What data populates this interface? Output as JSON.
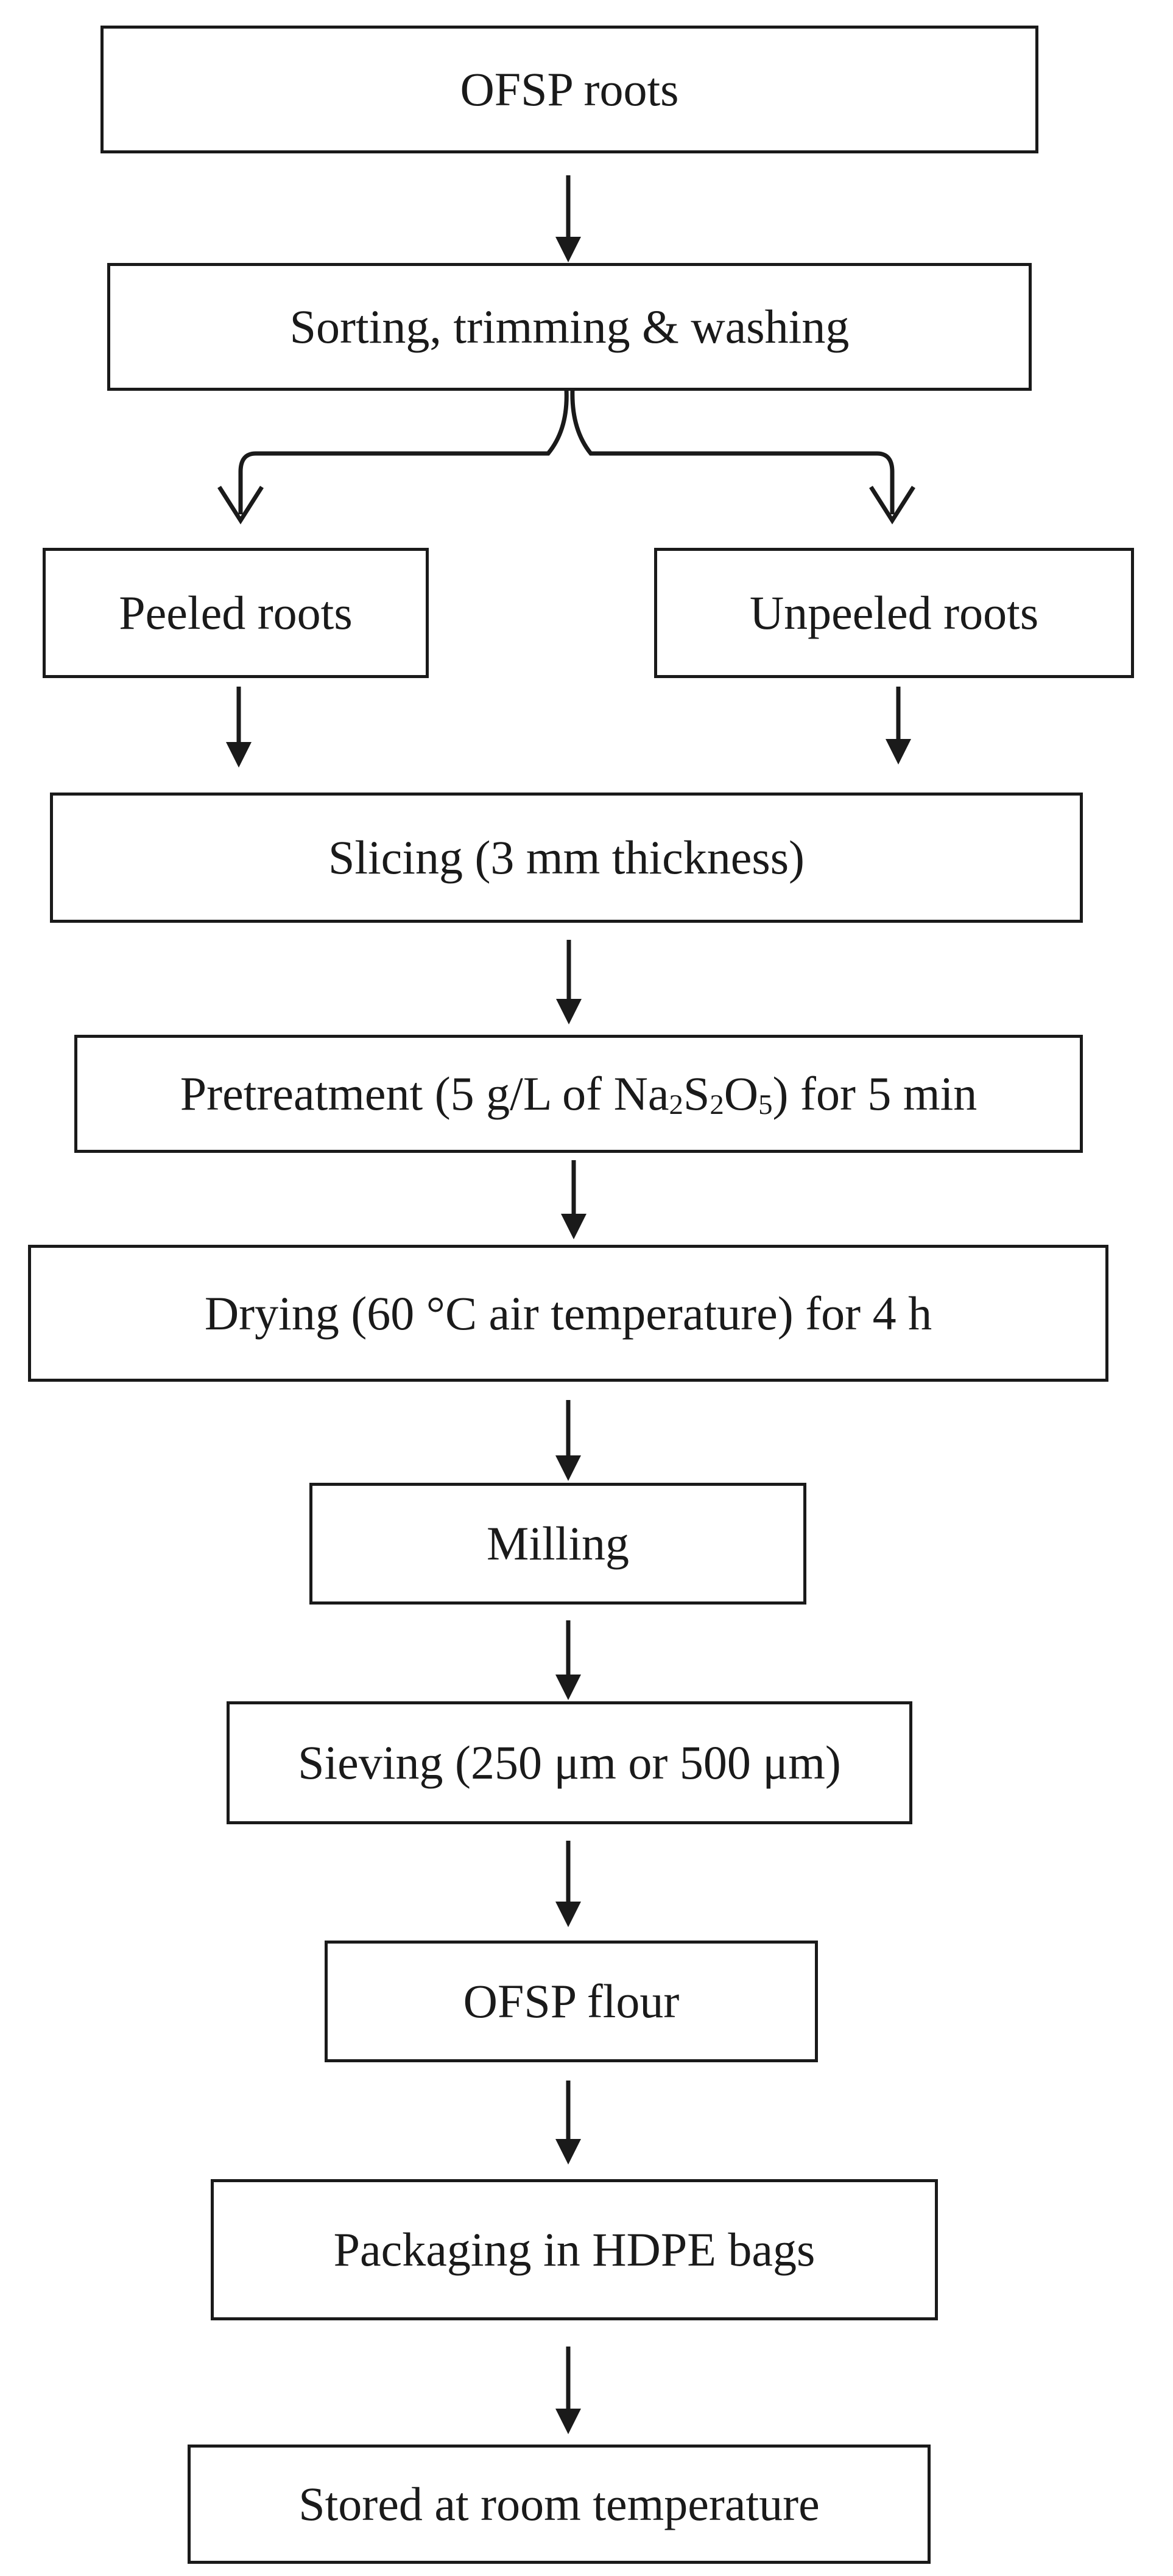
{
  "steps": {
    "ofsp_roots": "OFSP roots",
    "sorting": "Sorting, trimming & washing",
    "peeled": "Peeled roots",
    "unpeeled": "Unpeeled roots",
    "slicing": "Slicing (3 mm thickness)",
    "pretreatment": {
      "before": "Pretreatment (5 g/L of Na",
      "s1": "2",
      "mid1": "S",
      "s2": "2",
      "mid2": "O",
      "s3": "5",
      "after": ") for 5 min"
    },
    "drying": "Drying (60 °C air temperature) for 4 h",
    "milling": "Milling",
    "sieving": "Sieving (250 μm or 500 μm)",
    "flour": "OFSP flour",
    "packaging": "Packaging in HDPE bags",
    "stored": "Stored at room temperature"
  }
}
